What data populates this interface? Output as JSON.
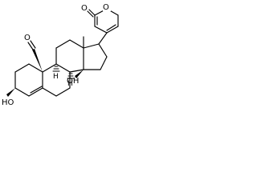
{
  "structure": {
    "atoms": {
      "carbonyl_o_exo": "O",
      "ring_o": "O",
      "aldehyde_o": "O",
      "oh_3": "HO",
      "oh_14_o": "OH",
      "stereo_h_8": "H",
      "stereo_h_9": "H"
    }
  },
  "colors": {
    "bond": "#000000",
    "background": "#ffffff"
  }
}
